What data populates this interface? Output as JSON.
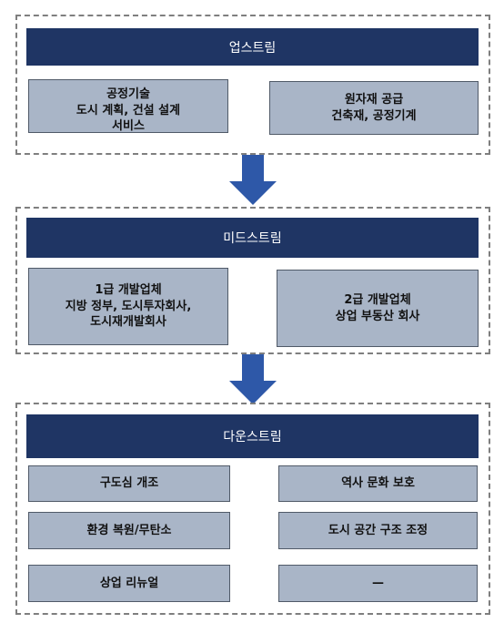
{
  "upstream": {
    "title": "업스트림",
    "left": {
      "lines": [
        "공정기술",
        "도시 계획, 건설 설계",
        "서비스"
      ]
    },
    "right": {
      "lines": [
        "원자재 공급",
        "건축재, 공정기계"
      ]
    }
  },
  "midstream": {
    "title": "미드스트림",
    "left": {
      "lines": [
        "1급 개발업체",
        "지방 정부, 도시투자회사,",
        "도시재개발회사"
      ]
    },
    "right": {
      "lines": [
        "2급 개발업체",
        "상업 부동산 회사"
      ]
    }
  },
  "downstream": {
    "title": "다운스트림",
    "items": [
      "구도심 개조",
      "역사 문화 보호",
      "환경 복원/무탄소",
      "도시 공간 구조 조정",
      "상업 리뉴얼",
      "—"
    ]
  },
  "colors": {
    "header": "#1f3564",
    "box": "#a9b5c7",
    "arrow": "#2e58a8"
  }
}
